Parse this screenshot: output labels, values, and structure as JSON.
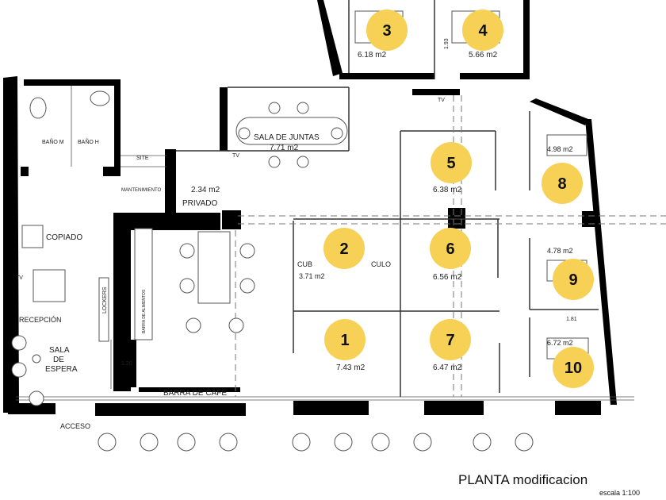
{
  "title": "PLANTA modificacion",
  "scale": "escala 1:100",
  "rooms": {
    "bano_m": "BAÑO M",
    "bano_h": "BAÑO H",
    "site": "SITE",
    "mantenimiento": "MANTENIMIENTO",
    "privado_area": "2.34 m2",
    "privado": "PRIVADO",
    "sala_juntas": "SALA DE JUNTAS",
    "sala_juntas_area": "7.71 m2",
    "copiado": "COPIADO",
    "recepcion": "RECEPCIÓN",
    "sala_espera_1": "SALA",
    "sala_espera_2": "DE",
    "sala_espera_3": "ESPERA",
    "lockers": "LOCKERS",
    "barra_alimentos": "BARRA DE ALIMENTOS",
    "barra_cafe": "BARRA DE CAFÉ",
    "acceso": "ACCESO",
    "tv": "TV"
  },
  "dimensions": {
    "d_120": "1.20",
    "d_193": "1.93",
    "d_181": "1.81"
  },
  "cubicles": [
    {
      "number": "1",
      "area": "7.43 m2"
    },
    {
      "number": "2",
      "area": "3.71 m2",
      "label_left": "CUB",
      "label_right": "CULO"
    },
    {
      "number": "3",
      "area": "6.18 m2"
    },
    {
      "number": "4",
      "area": "5.66 m2"
    },
    {
      "number": "5",
      "area": "6.38 m2"
    },
    {
      "number": "6",
      "area": "6.56 m2"
    },
    {
      "number": "7",
      "area": "6.47 m2"
    },
    {
      "number": "8",
      "area": "4.98 m2"
    },
    {
      "number": "9",
      "area": "4.78 m2"
    },
    {
      "number": "10",
      "area": "6.72 m2"
    }
  ],
  "colors": {
    "marker": "#f6d155",
    "wall": "#000000"
  }
}
